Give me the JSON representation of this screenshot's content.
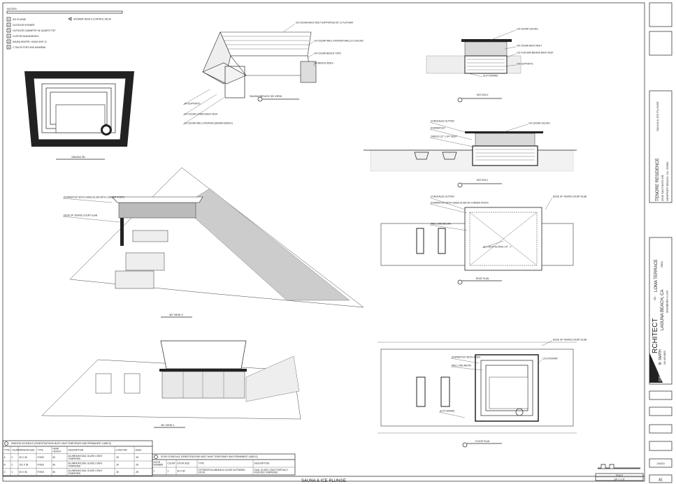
{
  "sheet_title": "SAUNA & ICE PLUNGE",
  "notes": {
    "heading": "NOTES",
    "items": [
      {
        "num": "1",
        "text": "ICE PLUNGE"
      },
      {
        "num": "2",
        "text": "OUTDOOR SHOWER"
      },
      {
        "num": "3",
        "text": "OUTDOOR CABINETRY W/ QUARTZ TOP"
      },
      {
        "num": "4",
        "text": "CUSTOM SAUNA BENCH"
      },
      {
        "num": "5",
        "text": "SAUNA HEATER- HUUM HIVE 12"
      },
      {
        "num": "6",
        "text": "2\" DIA SS POST AND HANDRAIL"
      }
    ],
    "legend_text": "SHOWER HEAD & CONTROL VALVE"
  },
  "views": {
    "sauna_3d": "SAUNA 3D",
    "bench_3d": "SAUNA BENCH 3D VIEW",
    "section_2": "SECTION 2",
    "section_1": "SECTION 1",
    "view_3d_2": "3D VIEW 2",
    "view_3d_1": "3D VIEW 1",
    "roof_plan": "ROOF PLAN",
    "floor_plan": "FLOOR PLAN"
  },
  "callouts": {
    "bench": [
      "2x4 CEDAR BACK REST SUPPORTED BY 1x FLAT BAR",
      "1x4 CEDAR WALL INTERIOR WALLS & CEILING",
      "2x4 CEDAR BENCH TOPS",
      "2x4 BENCH SIDES",
      "2x4 SUPPORTS",
      "2x4 CEDAR LOWER BACK REST",
      "1x4 CEDAR WALL INTERIOR (BEHIND BENCH)"
    ],
    "section_2": [
      "1x4 CEDAR CEILING",
      "2x4 CEDAR BACK REST",
      "1x3 FLAT BAR BEHIND BACK REST",
      "2x4 SUPPORTS",
      "SLOT DRAINS"
    ],
    "section_1": [
      "CONCEALED GUTTER",
      "DOWNSPOUT",
      "CABLED 1/2\" x 3/4\" DEEP",
      "1x4 CEDAR CEILING"
    ],
    "view_3d_2": [
      "DOWNSPOUT BOTH SIDES ALIGN WITH CORNER POSTS",
      "EDGE OF TENNIS COURT SLAB"
    ],
    "roof_plan": [
      "CONCEALED GUTTER",
      "DOWNSPOUT BOTH SIDES ALIGN W/ CORNER POSTS",
      "WALL LINE BELOW",
      "ALL ROOF SLOPES 1/4\" : 1'",
      "EDGE OF TENNIS COURT SLAB"
    ],
    "floor_plan": [
      "DOWNSPOUT BOTH SIDES",
      "WALL LINE ABOVE",
      "SLOT DRAINS",
      "EDGE OF TENNIS COURT SLAB",
      "1/2 EXTERIOR"
    ]
  },
  "window_schedule": {
    "title": "WINDOW SCHEDULE (FENESTRATIONS MUST HAVE TEMPORARY AND PERMANENT LABELS)",
    "columns": [
      "TYPE",
      "COUNT",
      "WINDOW SIZE",
      "TYPE",
      "HEAD HEIGHT",
      "DESCRIPTION",
      "U-FACTOR",
      "SHGC"
    ],
    "rows": [
      [
        "A",
        "2",
        "30 X 36",
        "FIXED",
        "80",
        "ALUMINUM DUAL GLASS LOW-E TEMPERED",
        ".30",
        ".28"
      ],
      [
        "B",
        "2",
        "102 X 36",
        "FIXED",
        "80",
        "ALUMINUM DUAL GLASS LOW-E TEMPERED",
        ".30",
        ".28"
      ],
      [
        "C",
        "1",
        "30 X 36",
        "FIXED",
        "80",
        "ALUMINUM DUAL GLASS LOW-E TEMPERED",
        ".30",
        ".28"
      ]
    ]
  },
  "door_schedule": {
    "title": "DOOR SCHEDULE (FENESTRATIONS MUST HAVE TEMPORARY AND PERMANENT LABELS)",
    "columns": [
      "DOOR NUMBER",
      "COUNT",
      "DOOR SIZE",
      "TYPE",
      "DESCRIPTION"
    ],
    "rows": [
      [
        "1",
        "1",
        "30 X 80",
        "EXTERIOR ALUMINUM & GLASS OUTSWING DOOR",
        "DUAL GLASS LOW-E PARTIALLY FROSTED TEMPERED"
      ]
    ]
  },
  "title_block": {
    "project": "TENORE RESIDENCE",
    "project_sub": "SAUNA & ICE PLUNGE",
    "address1": "2509 SANTIAGO DR.",
    "address2": "NEWPORT BEACH, CA. 92660",
    "architect_word": "RCHITECT",
    "architect_first": "DAVID",
    "architect_name": "B. SMITH",
    "architect_phone": "949-463-8000",
    "office_street_no": "324",
    "office_street": "LOMA TERRACE",
    "office_city": "LAGUNA BEACH, CA",
    "office_zip": "92651",
    "email": "david@dbs-a.com",
    "date": "2/4/23",
    "sheet_number": "A1",
    "scale_label": "SCALE",
    "scale_value": "1/4\" = 1'-0\""
  }
}
